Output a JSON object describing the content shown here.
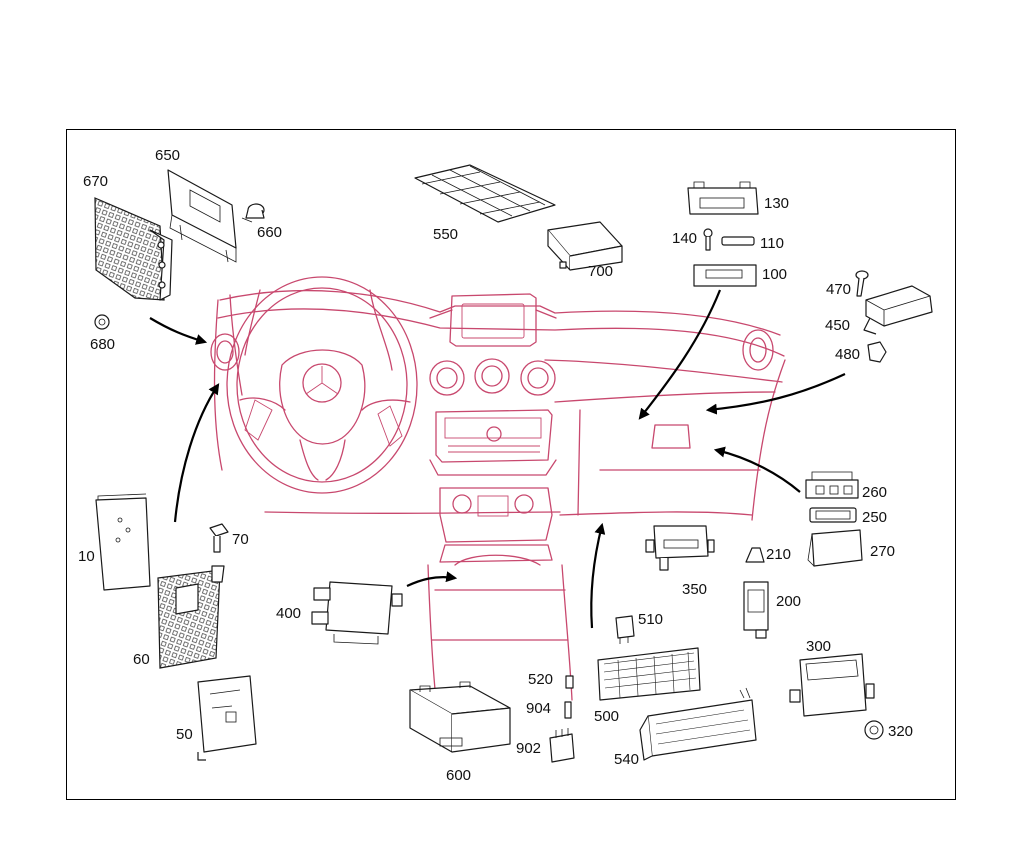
{
  "colors": {
    "dashboard_line": "#c8486e",
    "part_line": "#1a1a1a",
    "arrow": "#000000",
    "background": "#ffffff"
  },
  "callouts": {
    "p10": "10",
    "p50": "50",
    "p60": "60",
    "p70": "70",
    "p100": "100",
    "p110": "110",
    "p130": "130",
    "p140": "140",
    "p200": "200",
    "p210": "210",
    "p250": "250",
    "p260": "260",
    "p270": "270",
    "p300": "300",
    "p320": "320",
    "p350": "350",
    "p400": "400",
    "p450": "450",
    "p470": "470",
    "p480": "480",
    "p500": "500",
    "p510": "510",
    "p520": "520",
    "p540": "540",
    "p550": "550",
    "p600": "600",
    "p650": "650",
    "p660": "660",
    "p670": "670",
    "p680": "680",
    "p700": "700",
    "p902": "902",
    "p904": "904"
  }
}
